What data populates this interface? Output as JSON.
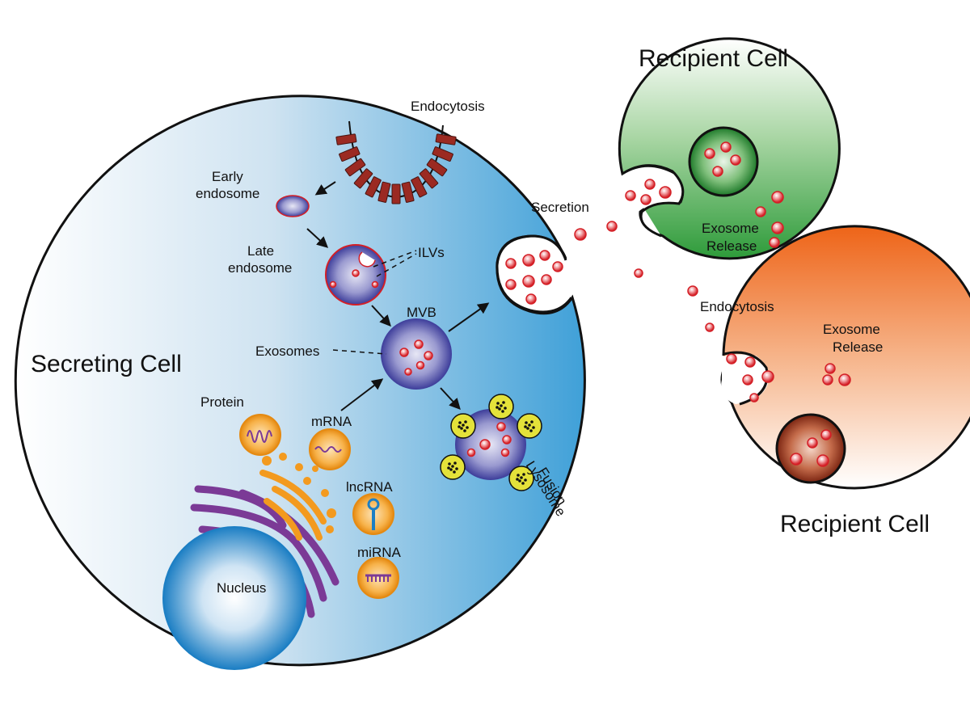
{
  "labels": {
    "secreting_cell": "Secreting Cell",
    "recipient_cell_top": "Recipient Cell",
    "recipient_cell_bottom": "Recipient Cell",
    "endocytosis_top": "Endocytosis",
    "endocytosis_right": "Endocytosis",
    "early_endosome_1": "Early",
    "early_endosome_2": "endosome",
    "late_endosome_1": "Late",
    "late_endosome_2": "endosome",
    "ilvs": "ILVs",
    "mvb": "MVB",
    "exosomes": "Exosomes",
    "secretion": "Secretion",
    "lysosome_1": "Lysosome",
    "lysosome_2": "Fusion",
    "protein": "Protein",
    "mrna": "mRNA",
    "lncrna": "lncRNA",
    "mirna": "miRNA",
    "nucleus": "Nucleus",
    "exosome_release_top_1": "Exosome",
    "exosome_release_top_2": "Release",
    "exosome_release_bottom_1": "Exosome",
    "exosome_release_bottom_2": "Release"
  },
  "colors": {
    "secreting_cell_fill": "#3fa0d8",
    "recipient_top_fill": "#2e9b3a",
    "recipient_bottom_fill": "#ee6418",
    "exosome_red": "#d41f26",
    "vesicle_purple": "#3d3d9a",
    "cargo_orange": "#f39a1f",
    "golgi_purple": "#7b3a96",
    "nucleus_blue": "#1d7fc4",
    "receptor_brown": "#9b2a22",
    "lysosome_yellow": "#e4e23a"
  },
  "icons": [
    "arrow-icon",
    "exosome-icon",
    "receptor-icon",
    "golgi-icon",
    "nucleus-icon",
    "lysosome-icon"
  ]
}
